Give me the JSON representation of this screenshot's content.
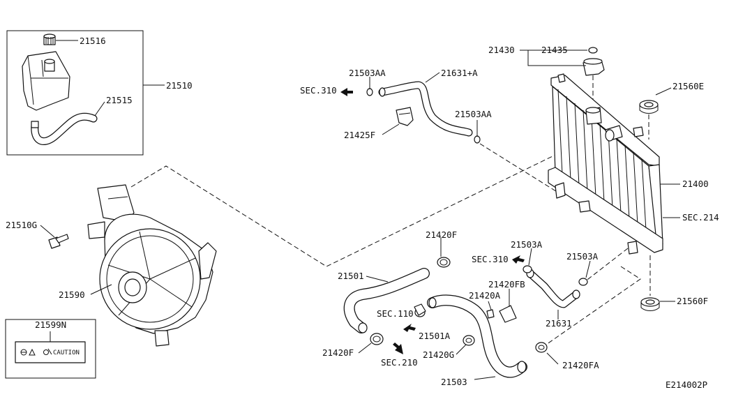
{
  "diagram_code": "E214002P",
  "part_labels": {
    "p21516": "21516",
    "p21510": "21510",
    "p21515": "21515",
    "p21510G": "21510G",
    "p21590": "21590",
    "p21599N": "21599N",
    "p21503AA_1": "21503AA",
    "p21631A": "21631+A",
    "p21503AA_2": "21503AA",
    "p21425F": "21425F",
    "p21430": "21430",
    "p21435": "21435",
    "p21560E": "21560E",
    "p21400": "21400",
    "p21420F_1": "21420F",
    "p21501": "21501",
    "p21503A_1": "21503A",
    "p21503A_2": "21503A",
    "p21420FB": "21420FB",
    "p21420A": "21420A",
    "p21501A": "21501A",
    "p21420F_2": "21420F",
    "p21420G": "21420G",
    "p21631": "21631",
    "p21560F": "21560F",
    "p21420FA": "21420FA",
    "p21503": "21503"
  },
  "section_refs": {
    "sec310_top": "SEC.310",
    "sec214": "SEC.214",
    "sec310_mid": "SEC.310",
    "sec110": "SEC.110",
    "sec210": "SEC.210"
  },
  "caution_label_text": "CAUTION",
  "icons": [
    "caution-label-icon",
    "arrow-left-icon",
    "arrow-right-icon"
  ]
}
